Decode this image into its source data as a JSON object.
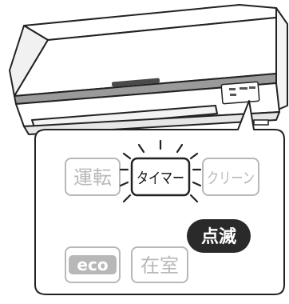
{
  "indicators": {
    "unten": "運転",
    "timer": "タイマー",
    "clean": "クリーン",
    "eco": "eco",
    "zaishitsu": "在室"
  },
  "badge": {
    "label": "点滅"
  },
  "colors": {
    "outline": "#222222",
    "dim_text": "#b8b8b8",
    "active_text": "#111111",
    "badge_bg": "#2a2a2a",
    "badge_text": "#ffffff",
    "unit_body": "#ffffff",
    "unit_band": "#9a9a9a",
    "unit_shadow": "#d9d9d9"
  },
  "icons": [
    "air-conditioner-unit",
    "blink-rays",
    "callout-pointer"
  ]
}
